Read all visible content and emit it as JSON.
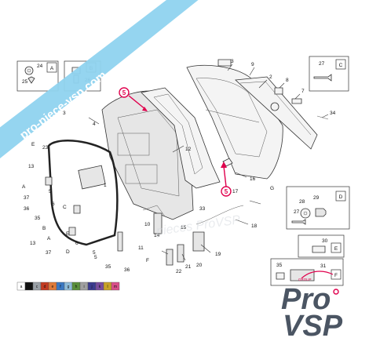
{
  "watermark": {
    "banner_text": "pro-piece-vsp.com",
    "banner_color": "#8fd3ef",
    "ghost_text": "pieces ProVSP"
  },
  "logo": {
    "word1": "Pro",
    "word2": "VSP",
    "tag": "GROUP",
    "accent_color": "#e0004d",
    "text_color": "#4b5563"
  },
  "callouts": [
    {
      "id": "callout-top",
      "number": "5"
    },
    {
      "id": "callout-bottom",
      "number": "5"
    }
  ],
  "detail_boxes": [
    {
      "letter": "A",
      "parts": [
        "24",
        "25"
      ]
    },
    {
      "letter": "B",
      "parts": [
        "26"
      ]
    },
    {
      "letter": "C",
      "parts": [
        "27"
      ]
    },
    {
      "letter": "D",
      "parts": [
        "28",
        "29",
        "27"
      ]
    },
    {
      "letter": "E",
      "parts": [
        "30"
      ]
    },
    {
      "letter": "F",
      "parts": [
        "35",
        "31"
      ]
    }
  ],
  "labels": {
    "n1": "1",
    "n2": "2",
    "n3": "3",
    "n4": "4",
    "n5a": "5",
    "n5b": "5",
    "n5c": "5",
    "n6a": "6",
    "n6b": "6",
    "n7": "7",
    "n8": "8",
    "n9": "9",
    "n10": "10",
    "n11": "11",
    "n12": "12",
    "n13a": "13",
    "n13b": "13",
    "n14": "14",
    "n15": "15",
    "n16": "16",
    "n17": "17",
    "n18": "18",
    "n19": "19",
    "n20": "20",
    "n21": "21",
    "n22": "22",
    "n23": "23",
    "n33": "33",
    "n34": "34",
    "n35a": "35",
    "n35b": "35",
    "n36a": "36",
    "n36b": "36",
    "n37a": "37",
    "n37b": "37",
    "lA1": "A",
    "lA2": "A",
    "lB1": "B",
    "lC1": "C",
    "lD1": "D",
    "lE1": "E",
    "lE2": "E",
    "lF1": "F",
    "lG1": "G",
    "n3b": "3"
  },
  "swatches": {
    "letters": [
      "a",
      "b",
      "c",
      "d",
      "e",
      "f",
      "g",
      "h",
      "i",
      "j",
      "k",
      "l",
      "m"
    ],
    "colors": [
      "#ffffff",
      "#111111",
      "#9aa0a6",
      "#c23b22",
      "#e07b39",
      "#3a78c2",
      "#8fbcd9",
      "#5a8f3a",
      "#a0a0a0",
      "#3b3b8f",
      "#7a4c9e",
      "#c9a227",
      "#d94f8a"
    ]
  }
}
